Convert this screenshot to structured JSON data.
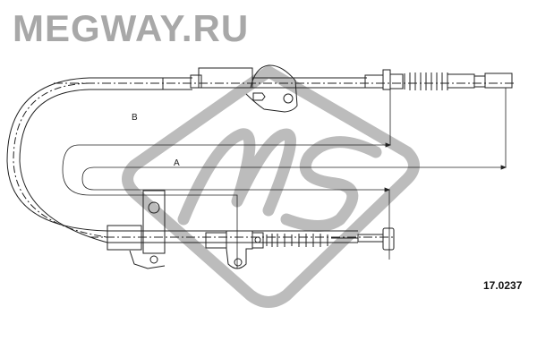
{
  "brand": {
    "text": "MEGWAY.RU"
  },
  "watermark": {
    "text": "MS"
  },
  "dimensions": {
    "b_label": "B",
    "a_label": "A"
  },
  "part_number": "17.0237",
  "colors": {
    "line": "#222222",
    "watermark": "#b8b8b8",
    "brand": "#a8a8a8"
  }
}
